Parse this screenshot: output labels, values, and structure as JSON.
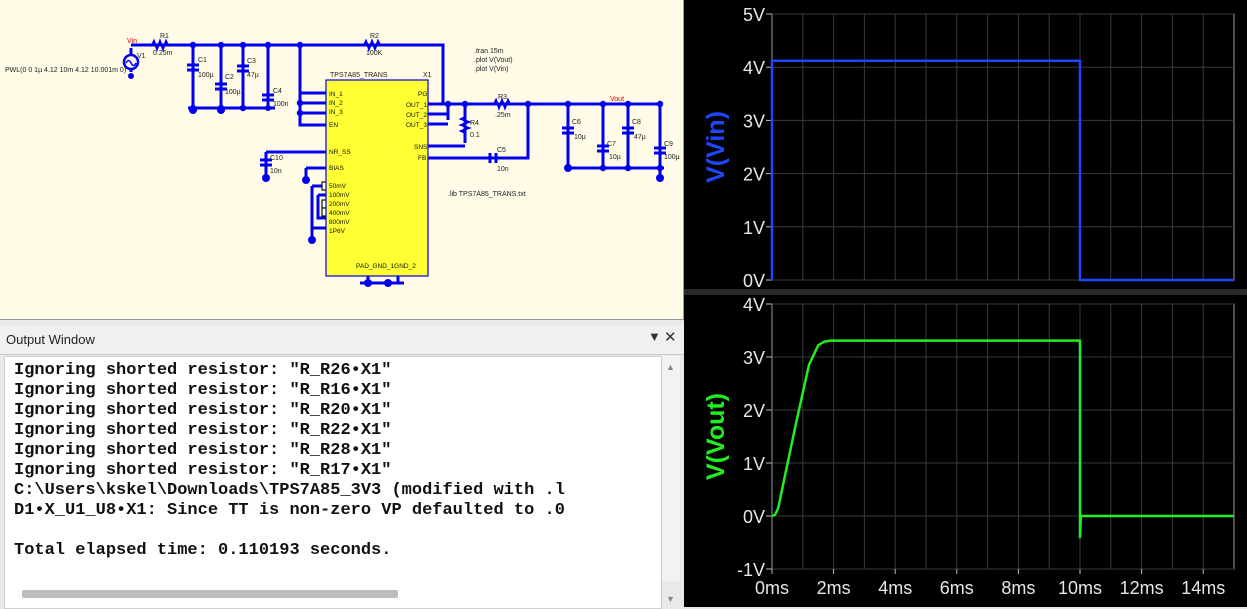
{
  "schematic": {
    "components": {
      "v1": "V1",
      "v1_value": "PWL(0 0 1µ 4.12 10m 4.12 10.001m 0)",
      "r1": "R1",
      "r1_value": "0.25m",
      "r2": "R2",
      "r2_value": "100K",
      "r3": "R3",
      "r3_value": ".25m",
      "r4": "R4",
      "r4_value": "0.1",
      "c1": "C1",
      "c1_value": "100µ",
      "c2": "C2",
      "c2_value": "100µ",
      "c3": "C3",
      "c3_value": "47µ",
      "c4": "C4",
      "c4_value": "100n",
      "c5": "C5",
      "c5_value": "10n",
      "c6": "C6",
      "c6_value": "10µ",
      "c7": "C7",
      "c7_value": "10µ",
      "c8": "C8",
      "c8_value": "47µ",
      "c9": "C9",
      "c9_value": "100µ",
      "c10": "C10",
      "c10_value": "10n"
    },
    "net_vin": "Vin",
    "net_vout": "Vout",
    "ic_name": "TPS7A85_TRANS",
    "ic_ref": "X1",
    "ic_pins": {
      "in1": "IN_1",
      "in2": "IN_2",
      "in3": "IN_3",
      "en": "EN",
      "nr_ss": "NR_SS",
      "bias": "BIAS",
      "p50": "50mV",
      "p100": "100mV",
      "p200": "200mV",
      "p400": "400mV",
      "p800": "800mV",
      "p16": "1P6V",
      "pg": "PG",
      "out1": "OUT_1",
      "out2": "OUT_2",
      "out3": "OUT_3",
      "sns": "SNS",
      "fb": "FB",
      "pad_gnd": "PAD_GND_1GND_2"
    },
    "directives": [
      ".tran 15m",
      ".plot V(Vout)",
      ".plot V(Vin)"
    ],
    "lib": ".lib TPS7A85_TRANS.txt"
  },
  "output_window": {
    "title": "Output Window",
    "lines": [
      "Ignoring shorted resistor: \"R_R26•X1\"",
      "Ignoring shorted resistor: \"R_R16•X1\"",
      "Ignoring shorted resistor: \"R_R20•X1\"",
      "Ignoring shorted resistor: \"R_R22•X1\"",
      "Ignoring shorted resistor: \"R_R28•X1\"",
      "Ignoring shorted resistor: \"R_R17•X1\"",
      "C:\\Users\\kskel\\Downloads\\TPS7A85_3V3 (modified with .l",
      "D1•X_U1_U8•X1: Since TT is non-zero VP defaulted to .0",
      "",
      "Total elapsed time: 0.110193 seconds."
    ]
  },
  "colors": {
    "vin_trace": "#1e46ff",
    "vout_trace": "#22ee22",
    "wire": "#0000ee",
    "ic_fill": "#ffff33",
    "net_label": "#dd0000",
    "plot_bg": "#000000",
    "grid": "#3a3a3a"
  },
  "chart_data": [
    {
      "type": "line",
      "ylabel": "V(Vin)",
      "ylim": [
        0,
        5
      ],
      "yticks": [
        "5V",
        "4V",
        "3V",
        "2V",
        "1V",
        "0V"
      ],
      "yvalues": [
        5,
        4,
        3,
        2,
        1,
        0
      ],
      "xlim": [
        0,
        15
      ],
      "grid": true,
      "series": [
        {
          "name": "V(Vin)",
          "color": "#1e46ff",
          "x": [
            0,
            0.001,
            10,
            10.001,
            15
          ],
          "y": [
            0,
            4.12,
            4.12,
            0,
            0
          ]
        }
      ]
    },
    {
      "type": "line",
      "ylabel": "V(Vout)",
      "ylim": [
        -1,
        4
      ],
      "yticks": [
        "4V",
        "3V",
        "2V",
        "1V",
        "0V",
        "-1V"
      ],
      "yvalues": [
        4,
        3,
        2,
        1,
        0,
        -1
      ],
      "xlim": [
        0,
        15
      ],
      "xticks": [
        "0ms",
        "2ms",
        "4ms",
        "6ms",
        "8ms",
        "10ms",
        "12ms",
        "14ms"
      ],
      "xvalues": [
        0,
        2,
        4,
        6,
        8,
        10,
        12,
        14
      ],
      "grid": true,
      "series": [
        {
          "name": "V(Vout)",
          "color": "#22ee22",
          "x": [
            0,
            0.1,
            0.2,
            0.4,
            0.8,
            1.2,
            1.5,
            1.7,
            1.9,
            2.2,
            10,
            10.001,
            10.03,
            10.08,
            15
          ],
          "y": [
            0,
            0.02,
            0.15,
            0.7,
            1.8,
            2.85,
            3.22,
            3.29,
            3.31,
            3.31,
            3.31,
            -0.4,
            0.0,
            0.0,
            0.0
          ]
        }
      ]
    }
  ]
}
